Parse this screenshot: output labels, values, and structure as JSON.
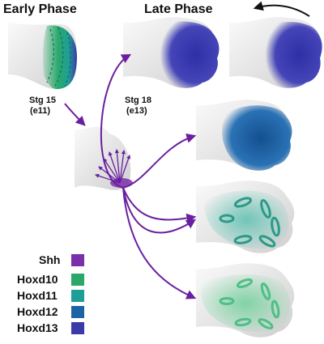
{
  "titles": {
    "early": "Early Phase",
    "late": "Late Phase"
  },
  "stages": {
    "early_stage": "Stg 15",
    "early_embryonic": "(e11)",
    "late_stage": "Stg 18",
    "late_embryonic": "(e13)"
  },
  "legend": [
    {
      "label": "Shh",
      "color": "#7b2fa8"
    },
    {
      "label": "Hoxd10",
      "color": "#2aa86a"
    },
    {
      "label": "Hoxd11",
      "color": "#1f9e98"
    },
    {
      "label": "Hoxd12",
      "color": "#1c63a6"
    },
    {
      "label": "Hoxd13",
      "color": "#3a3aa8"
    }
  ],
  "colors": {
    "arrow": "#6a1fa0",
    "shh": "#7b2fa8",
    "hoxd10": "#2aa86a",
    "hoxd11": "#1f9e98",
    "hoxd12": "#1c63a6",
    "hoxd13": "#3a3aa8",
    "limb_base": "#e6e6e6"
  },
  "icons": {
    "rotation_arrow": "curved-arrow-icon"
  }
}
